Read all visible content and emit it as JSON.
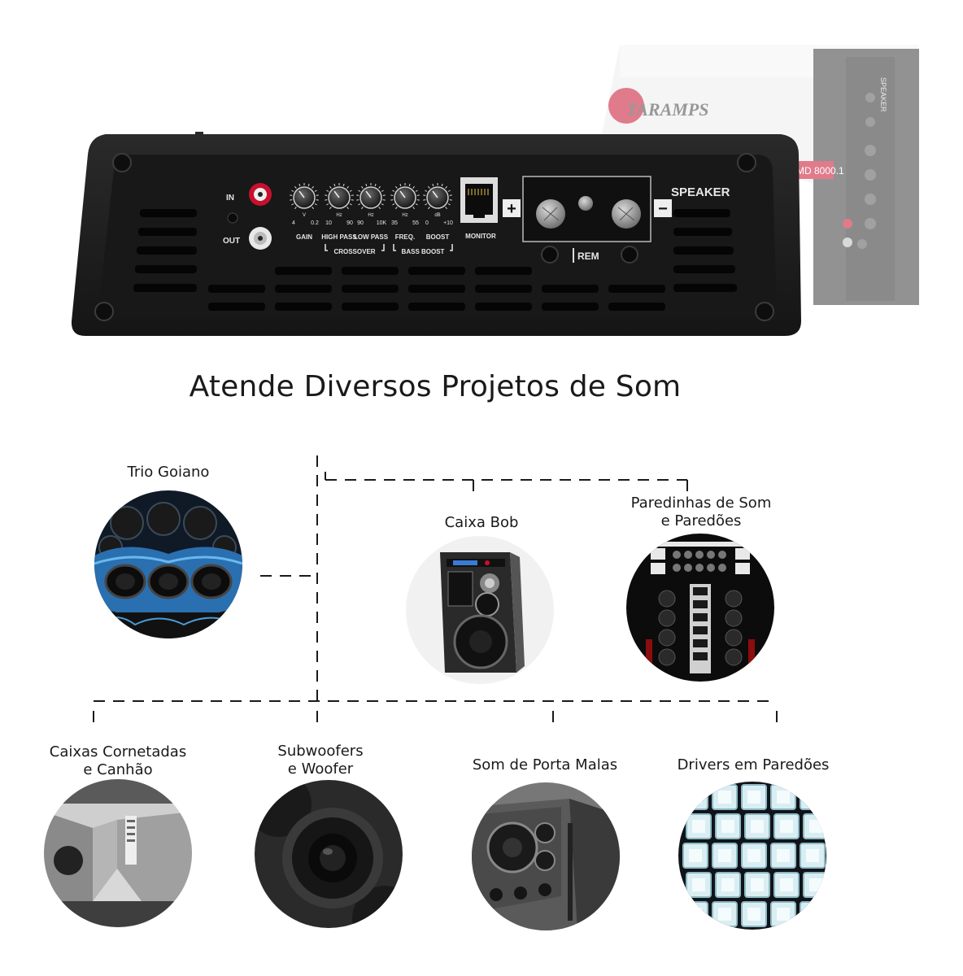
{
  "amplifier": {
    "brand": "TARAMPS",
    "model": "MD 8000.1",
    "speaker_label": "SPEAKER",
    "side_speaker_label": "SPEAKER",
    "in_label": "IN",
    "out_label": "OUT",
    "knobs": [
      {
        "label": "GAIN",
        "scale_left": "4",
        "scale_unit": "V",
        "scale_right": "0.2"
      },
      {
        "label": "HIGH PASS",
        "scale_left": "10",
        "scale_unit": "Hz",
        "scale_right": "90"
      },
      {
        "label": "LOW PASS",
        "scale_left": "90",
        "scale_unit": "Hz",
        "scale_right": "10K"
      },
      {
        "label": "FREQ.",
        "scale_left": "35",
        "scale_unit": "Hz",
        "scale_right": "55"
      },
      {
        "label": "BOOST",
        "scale_left": "0",
        "scale_unit": "dB",
        "scale_right": "+10"
      }
    ],
    "crossover_label": "CROSSOVER",
    "bass_boost_label": "BASS BOOST",
    "monitor_label": "MONITOR",
    "rem_label": "REM",
    "plus_label": "+",
    "minus_label": "−"
  },
  "headline": "Atende Diversos Projetos de Som",
  "projects": {
    "trio_goiano": {
      "line1": "Trio Goiano"
    },
    "caixa_bob": {
      "line1": "Caixa Bob"
    },
    "paredinhas": {
      "line1": "Paredinhas de Som",
      "line2": "e Paredões"
    },
    "cornetadas": {
      "line1": "Caixas Cornetadas",
      "line2": "e Canhão"
    },
    "subwoofers": {
      "line1": "Subwoofers",
      "line2": "e Woofer"
    },
    "porta_malas": {
      "line1": "Som de Porta Malas"
    },
    "drivers": {
      "line1": "Drivers em Paredões"
    }
  },
  "colors": {
    "amp_body": "#1c1c1c",
    "amp_panel": "#141414",
    "accent_red": "#c8102e",
    "dash": "#1a1a1a",
    "blue_led": "#2a8fd8"
  }
}
